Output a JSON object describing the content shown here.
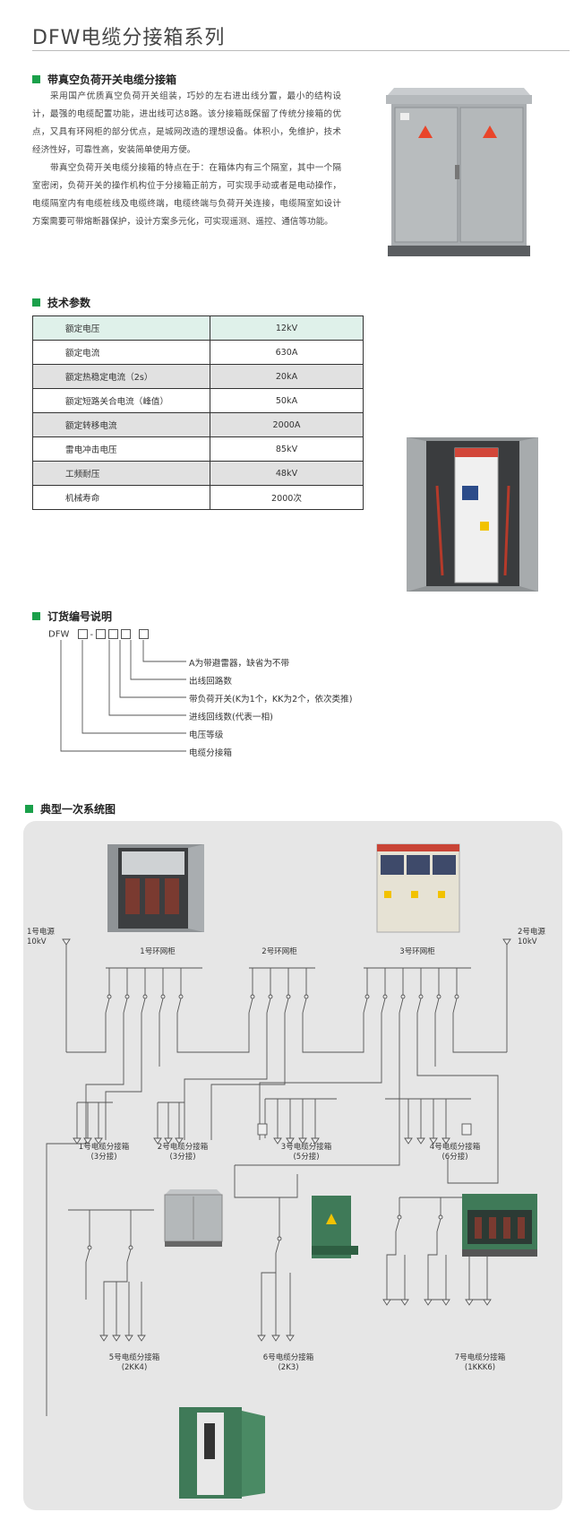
{
  "title": "DFW电缆分接箱系列",
  "intro": {
    "heading": "带真空负荷开关电缆分接箱",
    "p1": "采用国产优质真空负荷开关组装，巧妙的左右进出线分置，最小的结构设计，最强的电缆配置功能，进出线可达8路。该分接箱既保留了传统分接箱的优点，又具有环网柜的部分优点，是城网改造的理想设备。体积小，免维护，技术经济性好，可靠性高，安装简单使用方便。",
    "p2": "带真空负荷开关电缆分接箱的特点在于：在箱体内有三个隔室，其中一个隔室密闭，负荷开关的操作机构位于分接箱正前方，可实现手动或者是电动操作，电缆隔室内有电缆桩线及电缆终端，电缆终端与负荷开关连接，电缆隔室如设计方案需要可带熔断器保护，设计方案多元化，可实现遥测、遥控、通信等功能。"
  },
  "spec": {
    "heading": "技术参数",
    "rows": [
      {
        "k": "额定电压",
        "v": "12kV"
      },
      {
        "k": "额定电流",
        "v": "630A"
      },
      {
        "k": "额定热稳定电流（2s）",
        "v": "20kA"
      },
      {
        "k": "额定短路关合电流（峰值）",
        "v": "50kA"
      },
      {
        "k": "额定转移电流",
        "v": "2000A"
      },
      {
        "k": "雷电冲击电压",
        "v": "85kV"
      },
      {
        "k": "工频耐压",
        "v": "48kV"
      },
      {
        "k": "机械寿命",
        "v": "2000次"
      }
    ]
  },
  "order": {
    "heading": "订货编号说明",
    "prefix": "DFW",
    "dash": "-",
    "lines": [
      "A为带避雷器，缺省为不带",
      "出线回路数",
      "带负荷开关(K为1个，KK为2个，依次类推)",
      "进线回线数(代表一相)",
      "电压等级",
      "电缆分接箱"
    ]
  },
  "diagram": {
    "heading": "典型一次系统图",
    "source1": [
      "1号电源",
      "10kV"
    ],
    "source2": [
      "2号电源",
      "10kV"
    ],
    "cabinets": [
      "1号环网柜",
      "2号环网柜",
      "3号环网柜"
    ],
    "boxes": [
      {
        "name": "1号电缆分接箱",
        "spec": "(3分接)"
      },
      {
        "name": "2号电缆分接箱",
        "spec": "(3分接)"
      },
      {
        "name": "3号电缆分接箱",
        "spec": "(5分接)"
      },
      {
        "name": "4号电缆分接箱",
        "spec": "(6分接)"
      },
      {
        "name": "5号电缆分接箱",
        "spec": "(2KK4)"
      },
      {
        "name": "6号电缆分接箱",
        "spec": "(2K3)"
      },
      {
        "name": "7号电缆分接箱",
        "spec": "(1KKK6)"
      }
    ]
  },
  "colors": {
    "accent": "#1aa04a",
    "table_first": "#dff1ea",
    "table_shade": "#e1e1e1",
    "diagram_bg": "#e6e6e6",
    "cabinet_green": "#3f7a58"
  }
}
